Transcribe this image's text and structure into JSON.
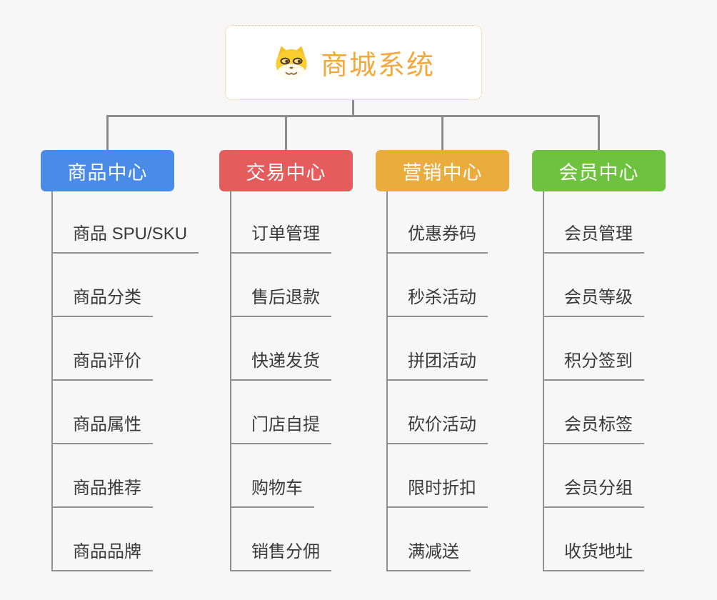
{
  "root": {
    "title": "商城系统",
    "icon": "dog-face-icon"
  },
  "branches": [
    {
      "label": "商品中心",
      "color": "#4A8BE8",
      "items": [
        "商品 SPU/SKU",
        "商品分类",
        "商品评价",
        "商品属性",
        "商品推荐",
        "商品品牌"
      ]
    },
    {
      "label": "交易中心",
      "color": "#E45C5C",
      "items": [
        "订单管理",
        "售后退款",
        "快递发货",
        "门店自提",
        "购物车",
        "销售分佣"
      ]
    },
    {
      "label": "营销中心",
      "color": "#EBAC3E",
      "items": [
        "优惠券码",
        "秒杀活动",
        "拼团活动",
        "砍价活动",
        "限时折扣",
        "满减送"
      ]
    },
    {
      "label": "会员中心",
      "color": "#6FC23F",
      "items": [
        "会员管理",
        "会员等级",
        "积分签到",
        "会员标签",
        "会员分组",
        "收货地址"
      ]
    }
  ],
  "theme": {
    "background": "#F7F7F7",
    "connector_line": "#8C8C8C",
    "leaf_line": "#909090",
    "leaf_text": "#3A3A3A",
    "root_border": "#F3C06B",
    "root_text": "#F1A83C"
  }
}
